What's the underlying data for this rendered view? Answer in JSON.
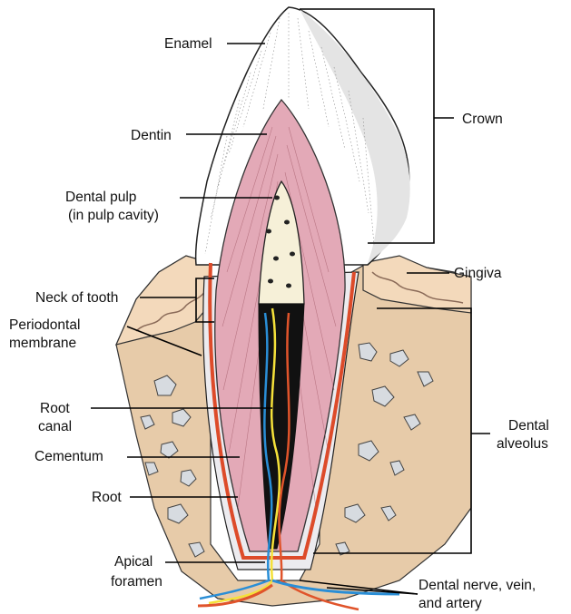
{
  "labels": {
    "enamel": "Enamel",
    "dentin": "Dentin",
    "dental_pulp": [
      "Dental pulp",
      "(in pulp cavity)"
    ],
    "neck_of_tooth": "Neck of tooth",
    "periodontal_membrane": [
      "Periodontal",
      "membrane"
    ],
    "root_canal": [
      "Root",
      "canal"
    ],
    "cementum": "Cementum",
    "root": "Root",
    "apical_foramen": [
      "Apical",
      "foramen"
    ],
    "crown": "Crown",
    "gingiva": "Gingiva",
    "dental_alveolus": [
      "Dental",
      "alveolus"
    ],
    "dental_nerve_vein_artery": [
      "Dental nerve, vein,",
      "and artery"
    ]
  },
  "colors": {
    "enamel": "#ffffff",
    "dentin": "#e3a9b7",
    "pulp": "#f6f0d8",
    "root_canal": "#111111",
    "cementum": "#dd4b2a",
    "gingiva": "#f3d9bb",
    "bone": "#e6c9a8",
    "bone_holes": "#d9dde2",
    "nerve": "#f5e13a",
    "vein": "#2a8ed6",
    "artery": "#e0542b"
  }
}
